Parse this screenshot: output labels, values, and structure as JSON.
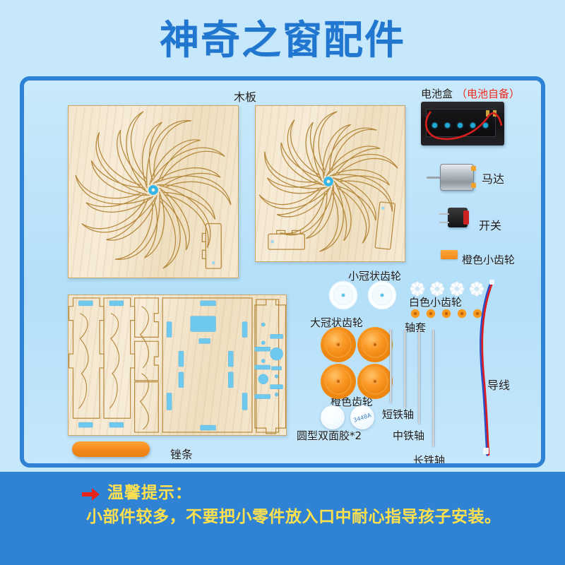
{
  "page": {
    "title": "神奇之窗配件",
    "background_color": "#c7e8fa",
    "frame_border_color": "#2d82d6",
    "title_color": "#2176cf"
  },
  "labels": {
    "wood_board": "木板",
    "battery_box": "电池盒",
    "battery_box_note": "（电池自备）",
    "motor": "马达",
    "switch": "开关",
    "orange_small_gear": "橙色小齿轮",
    "white_small_gear": "白色小齿轮",
    "small_crown_gear": "小冠状齿轮",
    "big_crown_gear": "大冠状齿轮",
    "bushing": "轴套",
    "orange_gear": "橙色齿轮",
    "short_iron_shaft": "短铁轴",
    "middle_iron_shaft": "中铁轴",
    "long_iron_shaft": "长铁轴",
    "round_double_sided_tape": "圆型双面胶*2",
    "wire": "导线",
    "file_strip": "锉条",
    "tape_marking": "3448A"
  },
  "footer": {
    "arrow_color": "#e8231c",
    "title": "温馨提示：",
    "body": "小部件较多，不要把小零件放入口中耐心指导孩子安装。",
    "text_color": "#ffe14d",
    "background_color": "#2f82d4"
  },
  "parts_counts": {
    "spiral_boards": 2,
    "structure_boards": 1,
    "big_crown_gears": 2,
    "orange_gears": 4,
    "small_crown_gears": 2,
    "white_small_gears": 4,
    "bushings": 5,
    "iron_shafts": 4,
    "tapes": 2,
    "file_strips": 1
  }
}
